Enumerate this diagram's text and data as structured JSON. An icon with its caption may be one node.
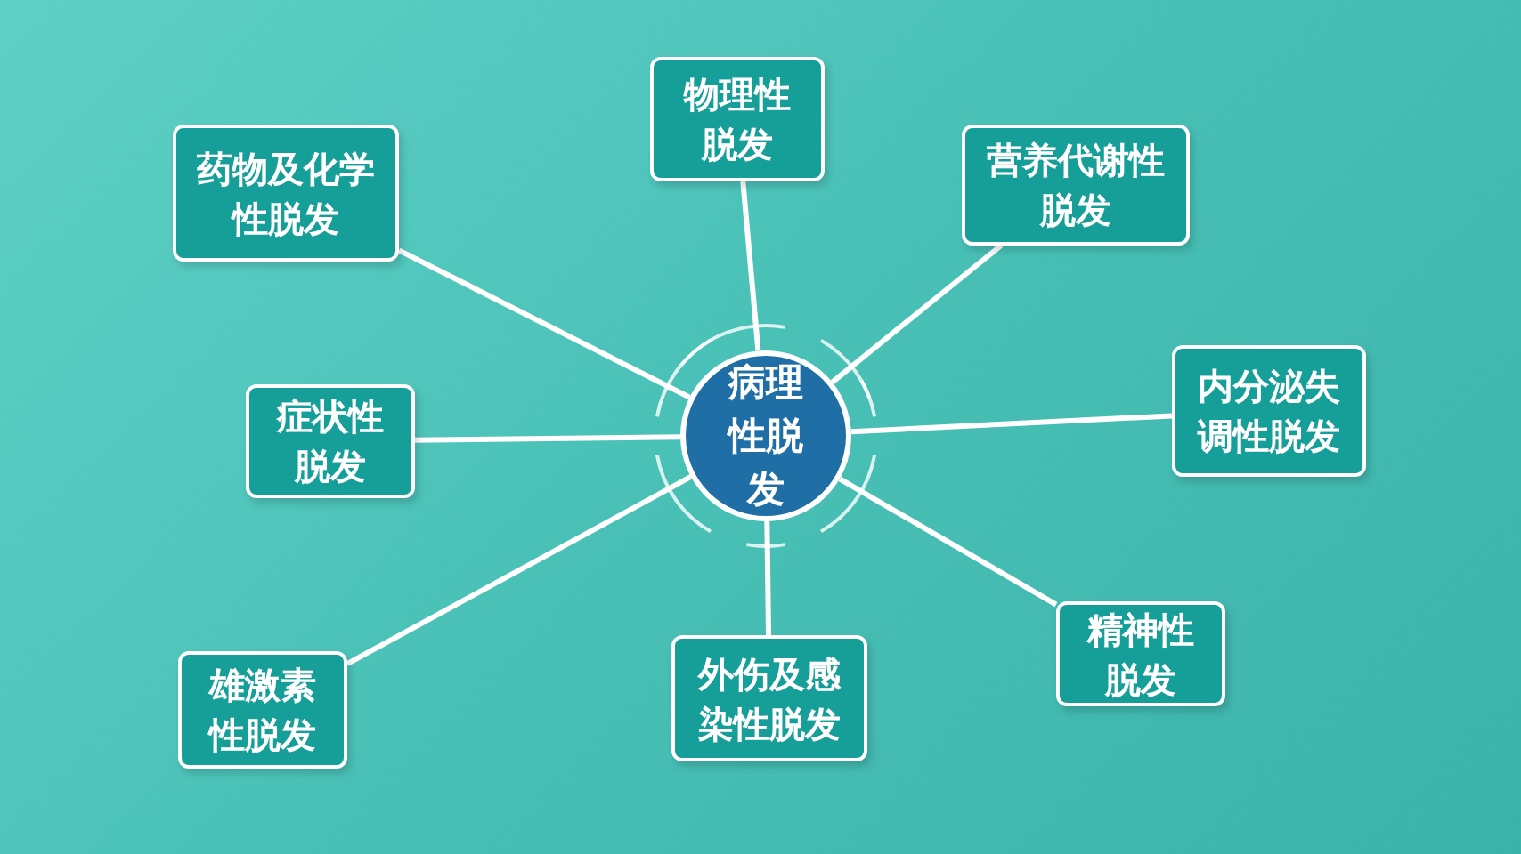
{
  "diagram": {
    "nodes": [
      {
        "text": [
          "病理性脱发"
        ]
      },
      {
        "text": [
          "药物及化学性脱发"
        ]
      },
      {
        "text": [
          "物理性脱发"
        ]
      },
      {
        "text": [
          "营养代谢性脱发"
        ]
      },
      {
        "text": [
          "症状性脱发"
        ]
      },
      {
        "text": [
          "内分泌失调性脱发"
        ]
      },
      {
        "text": [
          "雄激素性脱发"
        ]
      },
      {
        "text": [
          "外伤及感染性脱发"
        ]
      },
      {
        "text": [
          "精神性脱发"
        ]
      }
    ],
    "edges": [
      {
        "from": 0,
        "to": 1,
        "arrow": "none"
      },
      {
        "from": 0,
        "to": 2,
        "arrow": "none"
      },
      {
        "from": 0,
        "to": 3,
        "arrow": "none"
      },
      {
        "from": 0,
        "to": 4,
        "arrow": "none"
      },
      {
        "from": 0,
        "to": 5,
        "arrow": "none"
      },
      {
        "from": 0,
        "to": 6,
        "arrow": "none"
      },
      {
        "from": 0,
        "to": 7,
        "arrow": "none"
      },
      {
        "from": 0,
        "to": 8,
        "arrow": "none"
      }
    ]
  }
}
